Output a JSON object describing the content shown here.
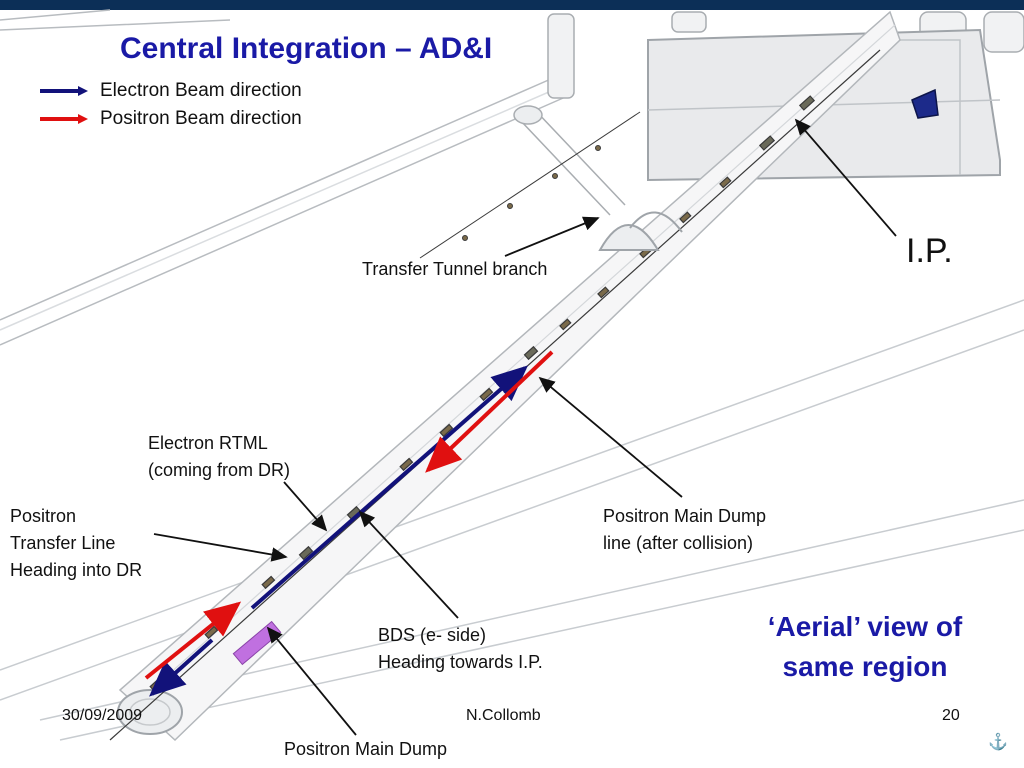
{
  "title": "Central Integration – AD&I",
  "legend": [
    {
      "label": "Electron Beam direction",
      "color": "#12127a"
    },
    {
      "label": "Positron Beam direction",
      "color": "#e01010"
    }
  ],
  "labels": {
    "ip": "I.P.",
    "transfer_tunnel": "Transfer Tunnel branch",
    "electron_rtml": [
      "Electron RTML",
      "(coming from DR)"
    ],
    "positron_transfer": [
      "Positron",
      "Transfer Line",
      "Heading into DR"
    ],
    "bds": [
      "BDS (e- side)",
      "Heading towards I.P."
    ],
    "positron_main_dump_line": [
      "Positron Main Dump",
      "line (after collision)"
    ],
    "positron_main_dump": "Positron Main Dump"
  },
  "aerial_view": [
    "‘Aerial’ view of",
    "same region"
  ],
  "footer": {
    "date": "30/09/2009",
    "author": "N.Collomb",
    "page": "20"
  },
  "colors": {
    "title": "#1a1aa6",
    "topbar": "#0c2f57",
    "electron": "#12127a",
    "positron": "#e01010",
    "dump": "#c070e0"
  }
}
